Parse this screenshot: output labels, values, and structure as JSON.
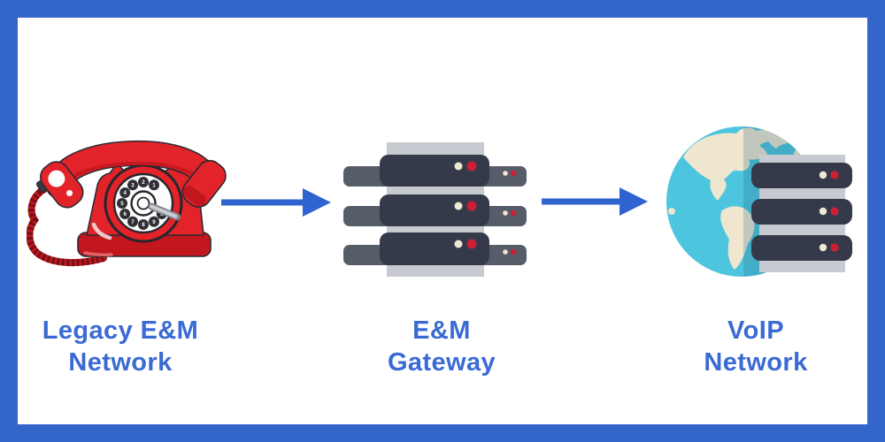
{
  "diagram": {
    "type": "network-flow",
    "nodes": [
      {
        "id": "legacy-em-network",
        "label": "Legacy E&M Network",
        "line1": "Legacy E&M",
        "line2": "Network",
        "icon": "rotary-phone-icon"
      },
      {
        "id": "em-gateway",
        "label": "E&M Gateway",
        "line1": "E&M",
        "line2": "Gateway",
        "icon": "server-rack-icon"
      },
      {
        "id": "voip-network",
        "label": "VoIP Network",
        "line1": "VoIP",
        "line2": "Network",
        "icon": "globe-server-icon"
      }
    ],
    "connections": [
      {
        "from": "legacy-em-network",
        "to": "em-gateway",
        "style": "arrow-right"
      },
      {
        "from": "em-gateway",
        "to": "voip-network",
        "style": "arrow-right"
      }
    ]
  },
  "icons": {
    "phone_dial_digits": [
      "1",
      "2",
      "3",
      "4",
      "5",
      "6",
      "7",
      "8",
      "9",
      "0"
    ]
  },
  "colors": {
    "border_blue": "#3465CA",
    "label_blue": "#3A6AD4",
    "arrow_blue": "#2E63D0",
    "background": "#FFFFFF",
    "phone_red": "#E2232A",
    "phone_red_dark": "#C2171E",
    "server_dark": "#343A49",
    "server_gray": "#575C69",
    "server_plate": "#C7CAD0",
    "led_cream": "#EFE8D2",
    "led_red": "#CE1F35",
    "globe_ocean": "#4EC5DF",
    "globe_land": "#EFE6D0"
  }
}
